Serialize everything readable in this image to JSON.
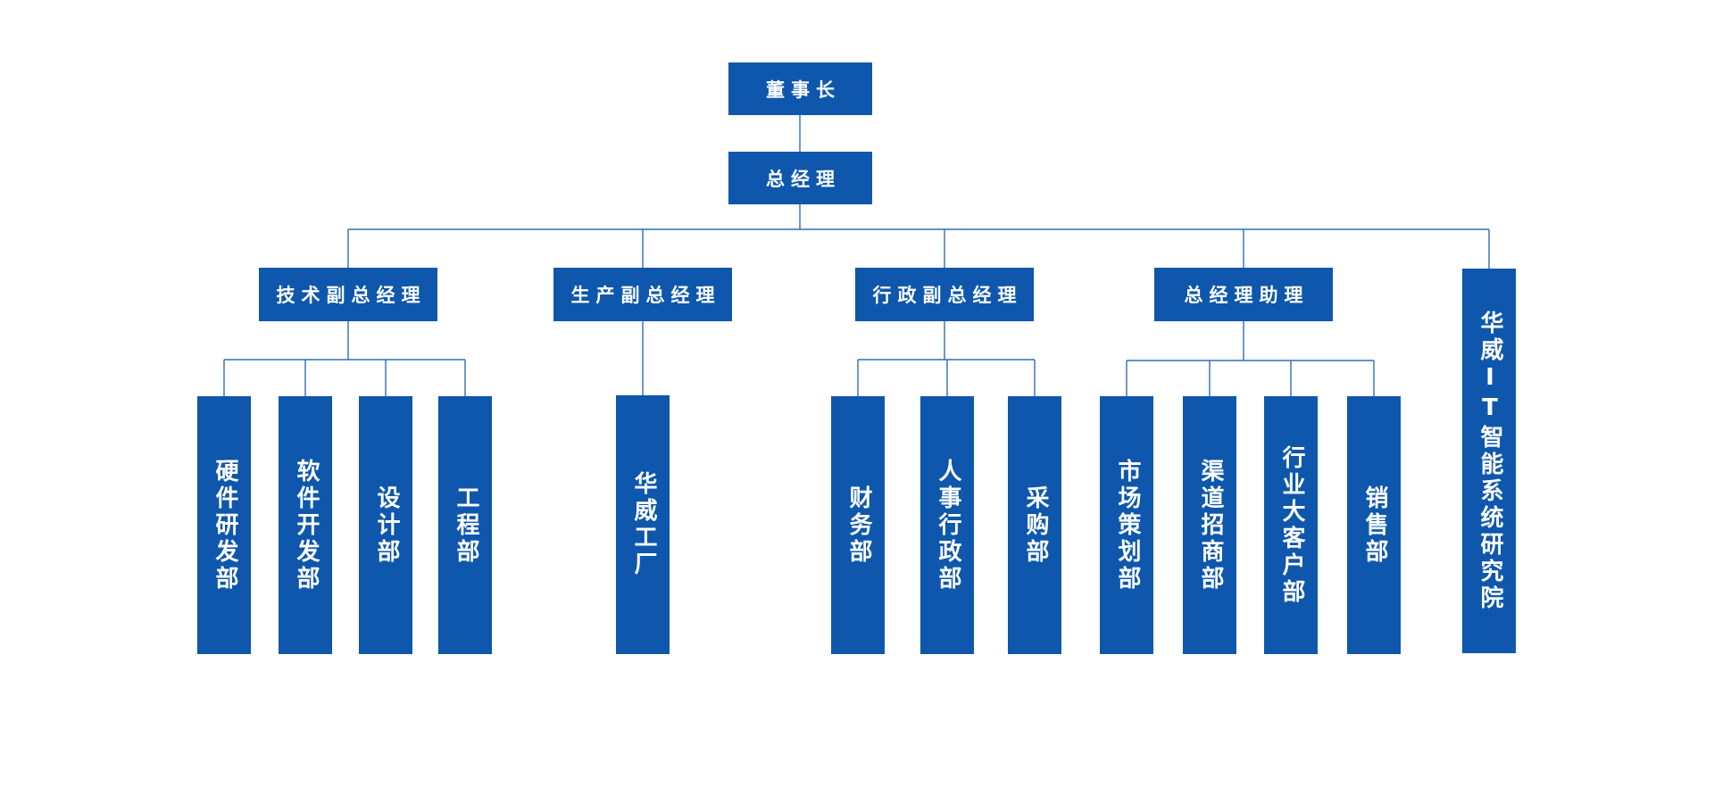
{
  "styles": {
    "node_fill": "#0e57ad",
    "node_text_color": "#ffffff",
    "connector_color": "#2e6fb7",
    "background": "#ffffff"
  },
  "org": {
    "root": {
      "label": "董事长",
      "children": [
        {
          "label": "总经理",
          "children": [
            {
              "label": "技术副总经理",
              "children": [
                {
                  "label": "硬件研发部"
                },
                {
                  "label": "软件开发部"
                },
                {
                  "label": "设计部"
                },
                {
                  "label": "工程部"
                }
              ]
            },
            {
              "label": "生产副总经理",
              "children": [
                {
                  "label": "华威工厂"
                }
              ]
            },
            {
              "label": "行政副总经理",
              "children": [
                {
                  "label": "财务部"
                },
                {
                  "label": "人事行政部"
                },
                {
                  "label": "采购部"
                }
              ]
            },
            {
              "label": "总经理助理",
              "children": [
                {
                  "label": "市场策划部"
                },
                {
                  "label": "渠道招商部"
                },
                {
                  "label": "行业大客户部"
                },
                {
                  "label": "销售部"
                }
              ]
            },
            {
              "label": "华威IT智能系统研究院"
            }
          ]
        }
      ]
    }
  }
}
